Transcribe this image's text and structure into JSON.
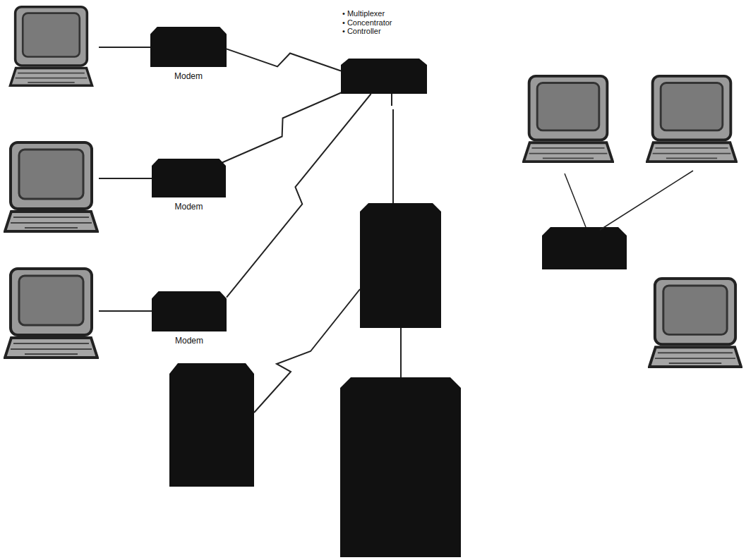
{
  "diagram": {
    "nodes": [
      {
        "text": [
          "• Multiplexer",
          "• Concentrator",
          "• Controller"
        ]
      },
      {
        "text": [
          "Modem"
        ]
      },
      {
        "text": [
          "Modem"
        ]
      },
      {
        "text": [
          "Modem"
        ]
      }
    ],
    "edges": [
      {
        "from": 1,
        "to": 0,
        "arrow": "none"
      },
      {
        "from": 2,
        "to": 0,
        "arrow": "none"
      },
      {
        "from": 3,
        "to": 0,
        "arrow": "none"
      }
    ]
  }
}
